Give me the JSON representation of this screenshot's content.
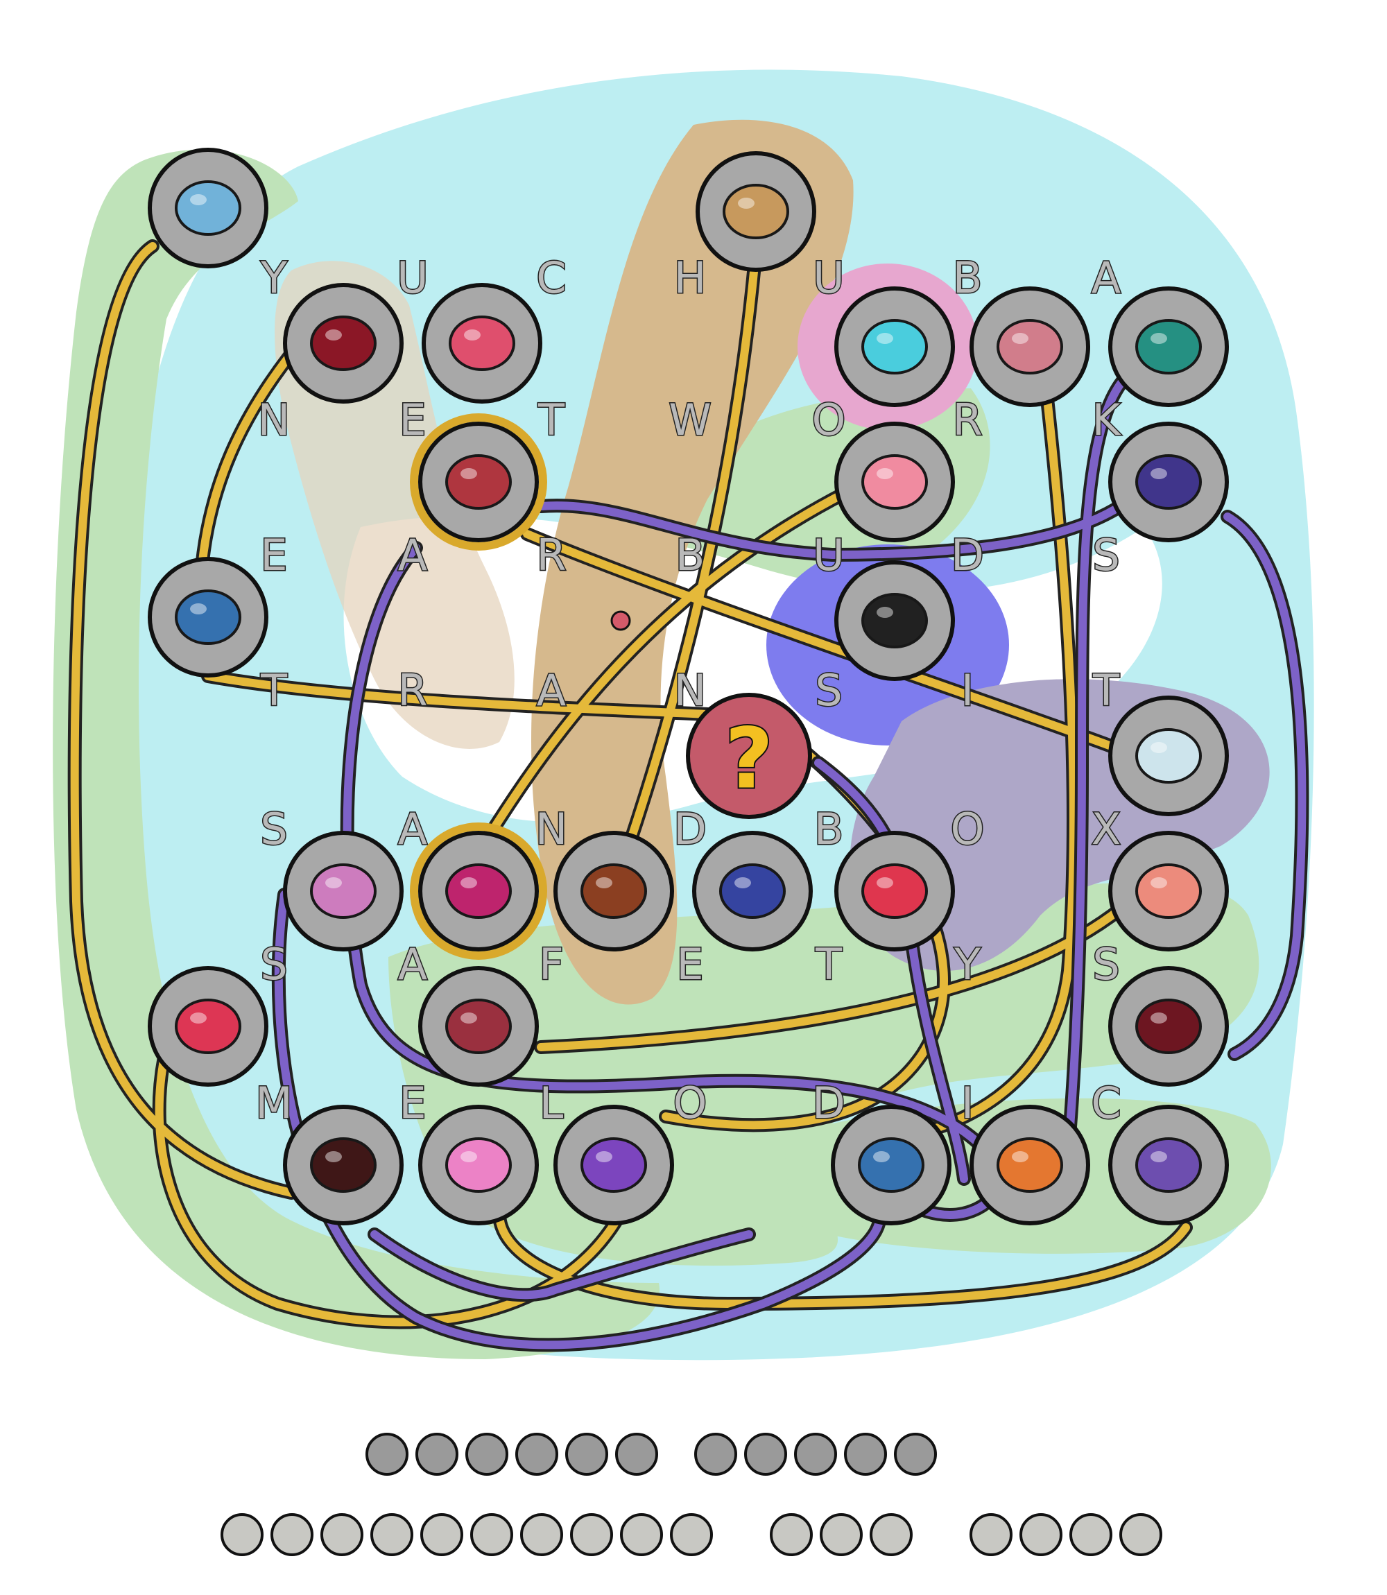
{
  "puzzle": {
    "letter_grid": [
      [
        "Y",
        "U",
        "C",
        "H",
        "U",
        "B",
        "A"
      ],
      [
        "N",
        "E",
        "T",
        "W",
        "O",
        "R",
        "K"
      ],
      [
        "E",
        "A",
        "R",
        "B",
        "U",
        "D",
        "S"
      ],
      [
        "T",
        "R",
        "A",
        "N",
        "S",
        "I",
        "T"
      ],
      [
        "S",
        "A",
        "N",
        "D",
        "B",
        "O",
        "X"
      ],
      [
        "S",
        "A",
        "F",
        "E",
        "T",
        "Y",
        "S"
      ],
      [
        "M",
        "E",
        "L",
        "O",
        "D",
        "I",
        "C"
      ]
    ],
    "mystery_symbol": "?",
    "items": [
      {
        "icon": "dolphin-icon",
        "color": "#6fb3dc",
        "highlighted": false
      },
      {
        "icon": "ribbon-bow-icon",
        "color": "#c9995a",
        "highlighted": false
      },
      {
        "icon": "bell-ribbon-icon",
        "color": "#8a1020",
        "highlighted": false
      },
      {
        "icon": "jester-hat-icon",
        "color": "#e24b6a",
        "highlighted": false
      },
      {
        "icon": "hashtag-heart-icon",
        "color": "#46d0e0",
        "highlighted": false
      },
      {
        "icon": "crossbones-icon",
        "color": "#d47b8a",
        "highlighted": false
      },
      {
        "icon": "butterfly-bow-icon",
        "color": "#1f8f80",
        "highlighted": false
      },
      {
        "icon": "beret-icon",
        "color": "#b0303a",
        "highlighted": true
      },
      {
        "icon": "earmuffs-icon",
        "color": "#f48aa0",
        "highlighted": false
      },
      {
        "icon": "tentacle-icon",
        "color": "#3b2f8a",
        "highlighted": false
      },
      {
        "icon": "fishbone-icon",
        "color": "#2f6fb0",
        "highlighted": false
      },
      {
        "icon": "top-hat-icon",
        "color": "#1a1a1a",
        "highlighted": false
      },
      {
        "icon": "chains-icon",
        "color": "#cfe8f0",
        "highlighted": false
      },
      {
        "icon": "guitar-icon",
        "color": "#d07ac0",
        "highlighted": false
      },
      {
        "icon": "feather-bow-icon",
        "color": "#c01d6a",
        "highlighted": true
      },
      {
        "icon": "gloves-icon",
        "color": "#8a3a1a",
        "highlighted": false
      },
      {
        "icon": "bat-wings-icon",
        "color": "#2f3fa0",
        "highlighted": false
      },
      {
        "icon": "butterfly-icon",
        "color": "#e2304a",
        "highlighted": false
      },
      {
        "icon": "cat-mask-icon",
        "color": "#f08a7a",
        "highlighted": false
      },
      {
        "icon": "headband-icon",
        "color": "#e03050",
        "highlighted": false
      },
      {
        "icon": "monocle-icon",
        "color": "#9a2a3a",
        "highlighted": false
      },
      {
        "icon": "scythe-icon",
        "color": "#6a0f1a",
        "highlighted": false
      },
      {
        "icon": "witch-hat-icon",
        "color": "#3a1010",
        "highlighted": false
      },
      {
        "icon": "glasses-icon",
        "color": "#f080c8",
        "highlighted": false
      },
      {
        "icon": "earrings-icon",
        "color": "#7a40c0",
        "highlighted": false
      },
      {
        "icon": "cap-icon",
        "color": "#2f6fb0",
        "highlighted": false
      },
      {
        "icon": "carrot-icon",
        "color": "#e8752a",
        "highlighted": false
      },
      {
        "icon": "dreamcatcher-icon",
        "color": "#6a4ab0",
        "highlighted": false
      }
    ],
    "answer_slots": {
      "line1": [
        6,
        5
      ],
      "line2": [
        10,
        3,
        4
      ]
    }
  },
  "colors": {
    "gold_path": "#e5b93a",
    "purple_path": "#7d62c8",
    "disc": "#a8a8a8",
    "mystery_disc": "#c45a6a",
    "region_cyan": "#bdeef2",
    "region_green": "#bfe3b9",
    "region_tan": "#d6b98d",
    "region_pink": "#e7a7cf",
    "region_blue": "#7e7cee",
    "region_lavender": "#aea7c8"
  }
}
